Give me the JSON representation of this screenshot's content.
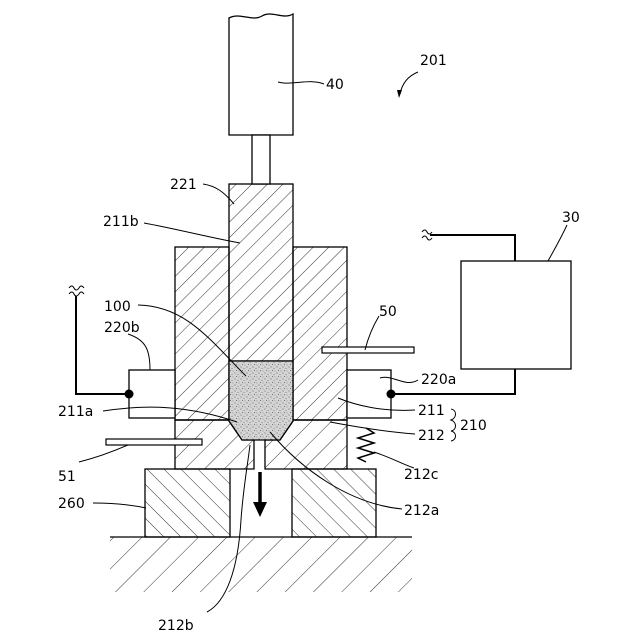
{
  "labels": {
    "l40": "40",
    "l201": "201",
    "l221": "221",
    "l211b": "211b",
    "l30": "30",
    "l100": "100",
    "l50": "50",
    "l220b": "220b",
    "l220a": "220a",
    "l211a": "211a",
    "l211": "211",
    "l210": "210",
    "l212": "212",
    "l212c": "212c",
    "l51": "51",
    "l260": "260",
    "l212a": "212a",
    "l212b": "212b"
  },
  "colors": {
    "line": "#000000",
    "background": "#ffffff",
    "powder": "#cfcfcf"
  }
}
